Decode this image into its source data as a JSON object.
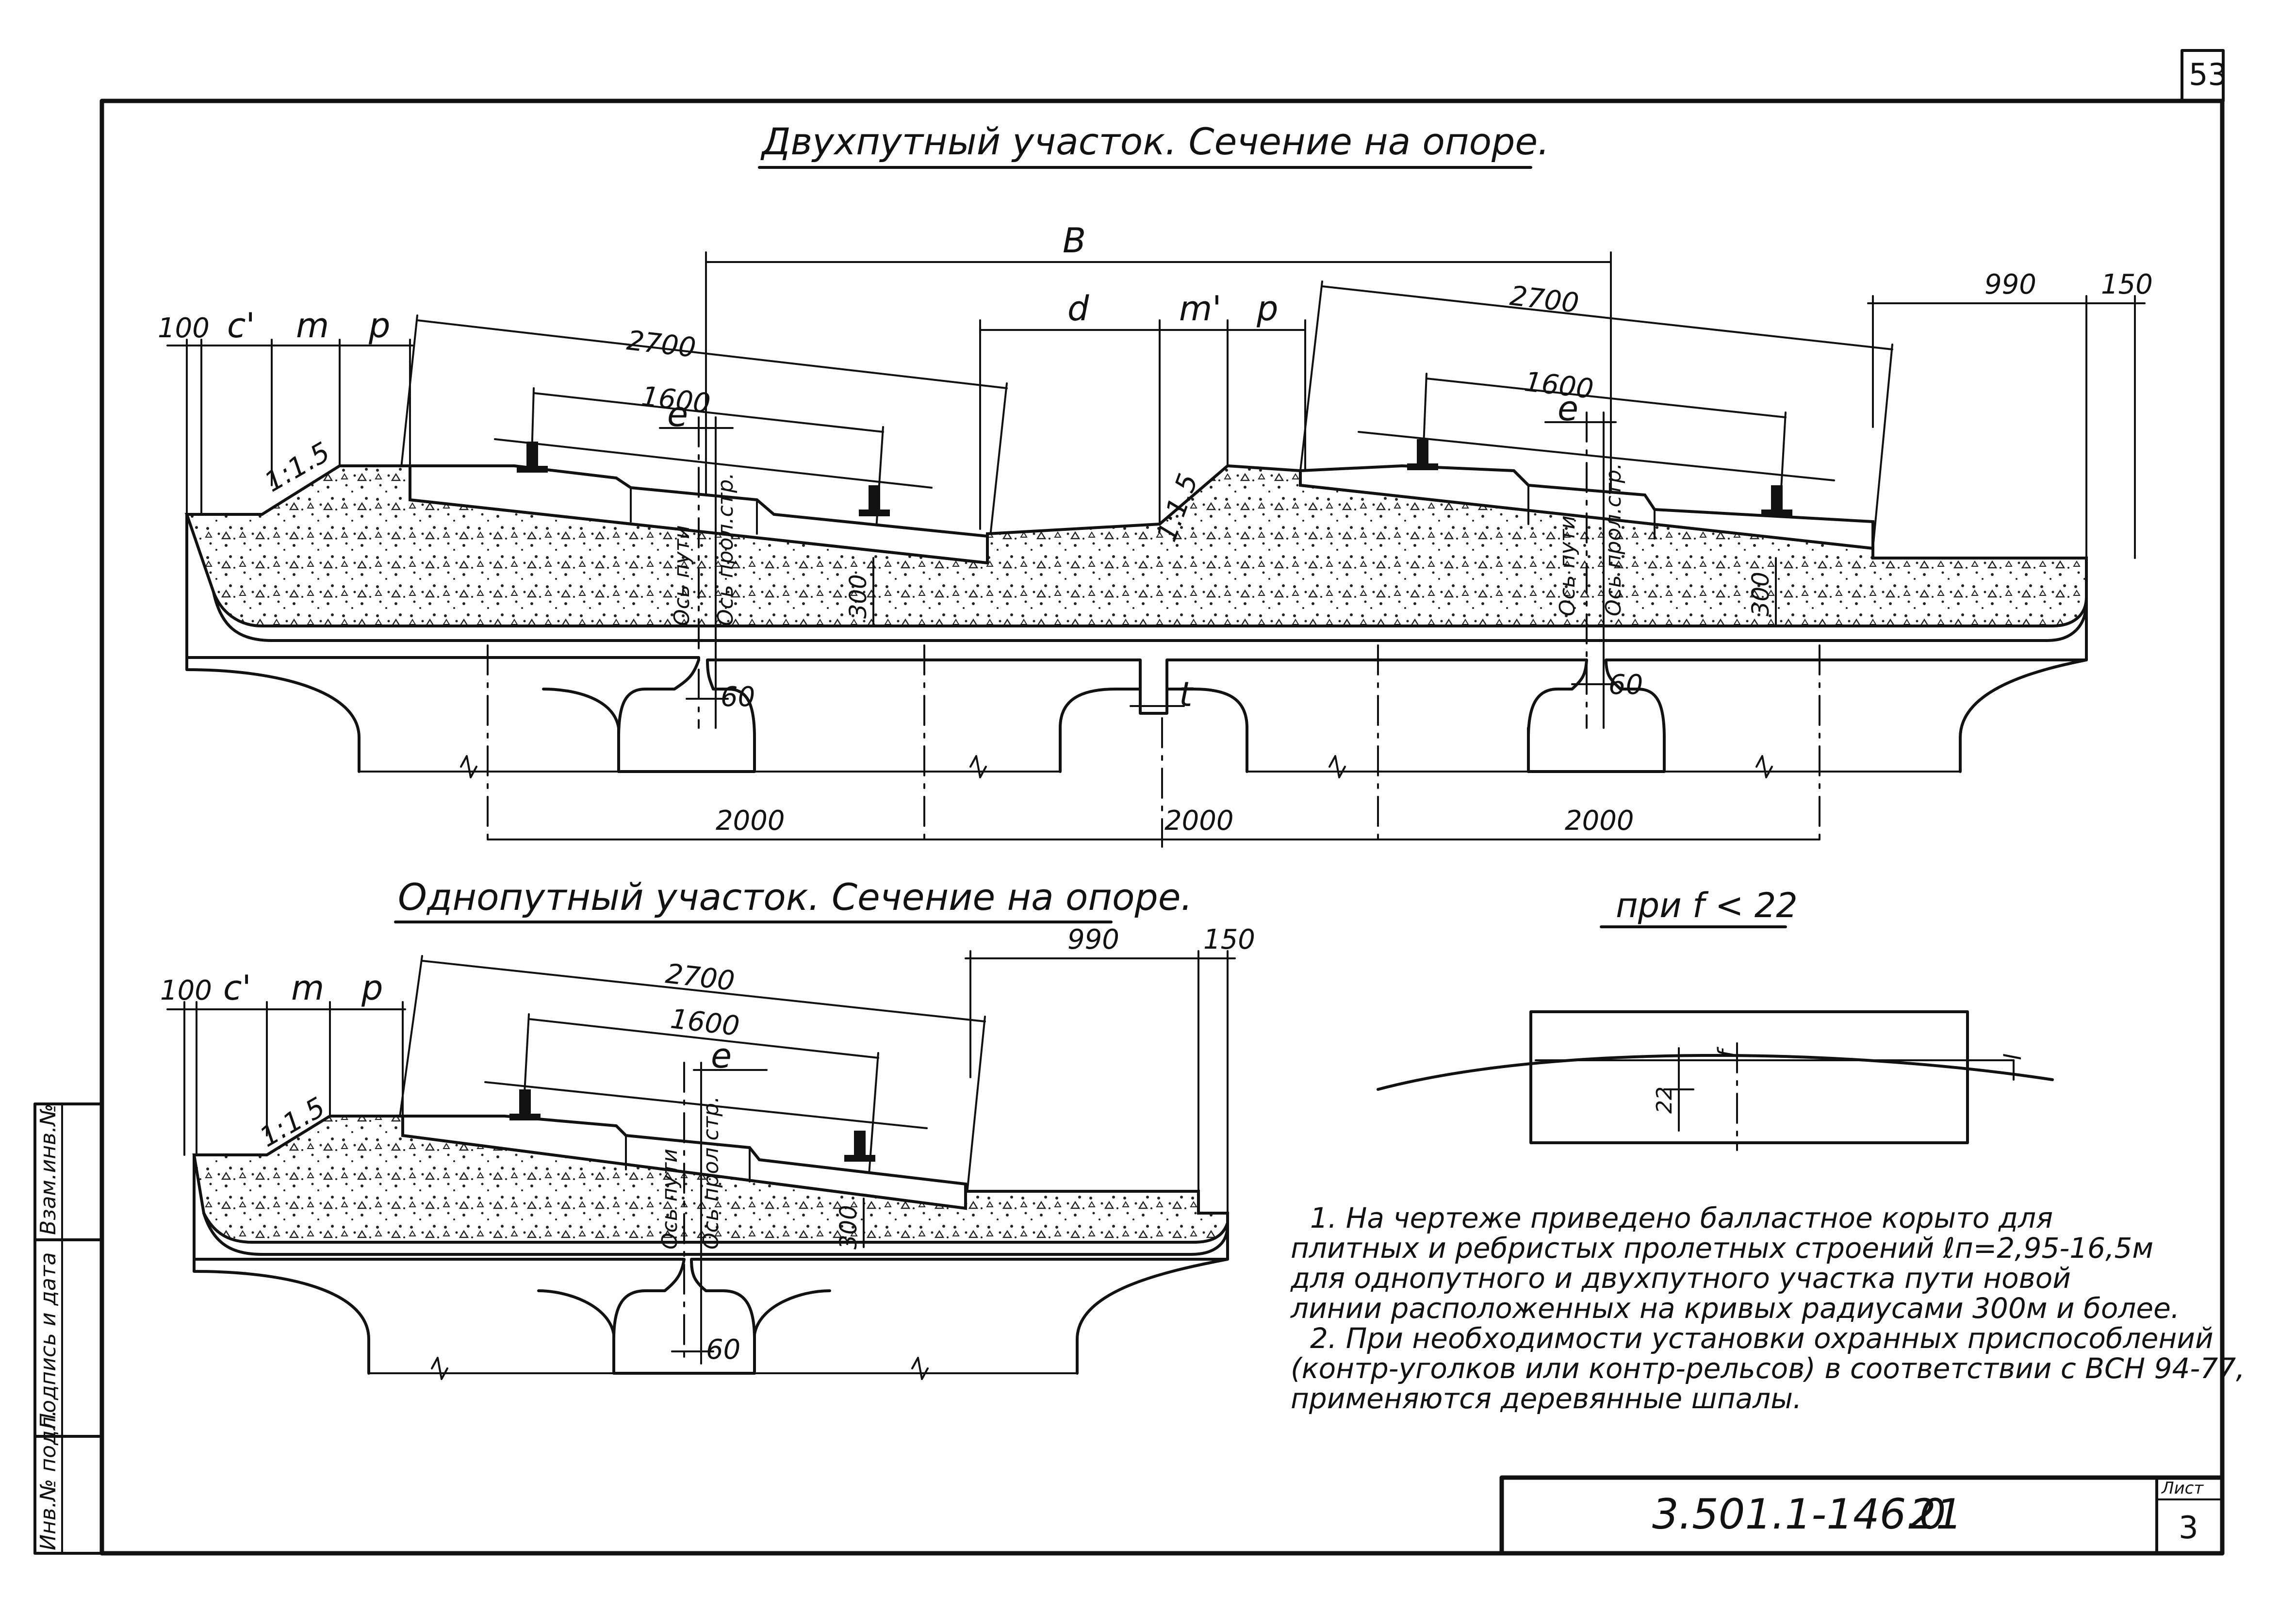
{
  "sheet": {
    "page_number": "53",
    "doc_code": "3.501.1-146.0",
    "doc_sheet": "21",
    "list_label": "Лист",
    "list_number": "3",
    "side_stamp": [
      "Инв.№ подл.",
      "Подпись и дата",
      "Взам.инв.№"
    ]
  },
  "double_track": {
    "title": "Двухпутный участок. Сечение на опоре.",
    "dims": {
      "b": "B",
      "d": "d",
      "m_prime": "m'",
      "p": "p",
      "hundred": "100",
      "c_prime": "c'",
      "m": "m",
      "sleeper_len": "2700",
      "gauge": "1600",
      "e": "e",
      "overhang": "990",
      "edge": "150",
      "depth": "300",
      "gap": "60",
      "t": "t",
      "span": "2000",
      "slope": "1:1.5"
    },
    "axes": {
      "track_axis": "Ось пути",
      "structure_axis": "Ось прол.стр."
    }
  },
  "single_track": {
    "title": "Однопутный участок. Сечение на опоре.",
    "dims": {
      "hundred": "100",
      "c_prime": "c'",
      "m": "m",
      "p": "p",
      "sleeper_len": "2700",
      "gauge": "1600",
      "e": "e",
      "overhang": "990",
      "edge": "150",
      "depth": "300",
      "gap": "60",
      "slope": "1:1.5"
    },
    "axes": {
      "track_axis": "Ось пути",
      "structure_axis": "Ось прол.стр."
    }
  },
  "curve_detail": {
    "title": "при f < 22",
    "f": "f",
    "l": "l",
    "width": "22"
  },
  "notes": [
    "1. На чертеже приведено балластное корыто для",
    "плитных и ребристых пролетных строений ℓп=2,95-16,5м",
    "для однопутного и двухпутного участка пути новой",
    "линии расположенных на кривых радиусами 300м и более.",
    "2. При необходимости установки охранных приспособлений",
    "(контр-уголков или контр-рельсов) в соответствии с ВСН 94-77,",
    "применяются деревянные шпалы."
  ]
}
